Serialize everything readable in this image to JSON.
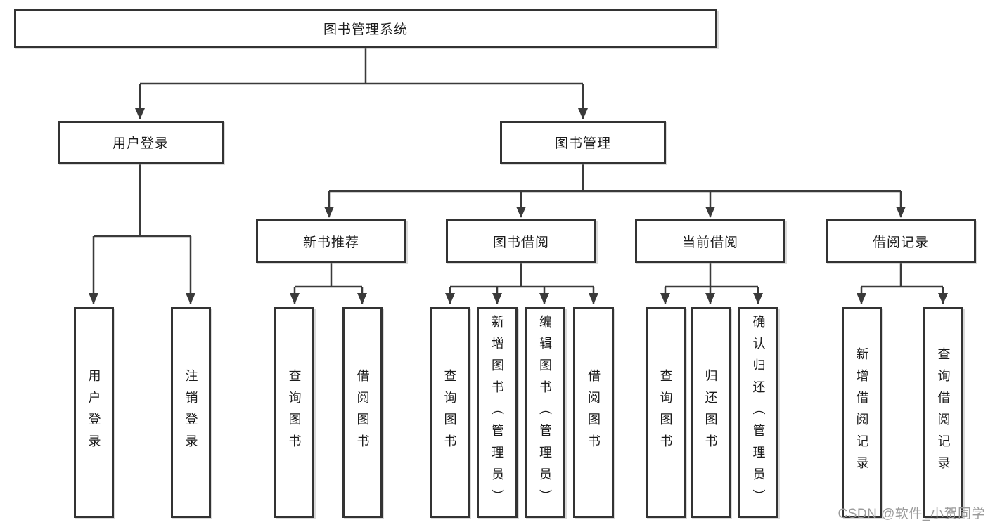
{
  "tree": {
    "root": {
      "label": "图书管理系统"
    },
    "branches": [
      {
        "label": "用户登录",
        "children": [
          {
            "label": "用户登录"
          },
          {
            "label": "注销登录"
          }
        ]
      },
      {
        "label": "图书管理",
        "children": [
          {
            "label": "新书推荐",
            "children": [
              {
                "label": "查询图书"
              },
              {
                "label": "借阅图书"
              }
            ]
          },
          {
            "label": "图书借阅",
            "children": [
              {
                "label": "查询图书"
              },
              {
                "label": "新增图书（管理员）"
              },
              {
                "label": "编辑图书（管理员）"
              },
              {
                "label": "借阅图书"
              }
            ]
          },
          {
            "label": "当前借阅",
            "children": [
              {
                "label": "查询图书"
              },
              {
                "label": "归还图书"
              },
              {
                "label": "确认归还（管理员）"
              }
            ]
          },
          {
            "label": "借阅记录",
            "children": [
              {
                "label": "新增借阅记录"
              },
              {
                "label": "查询借阅记录"
              }
            ]
          }
        ]
      }
    ]
  },
  "watermark": {
    "text": "CSDN @软件_小贺同学"
  },
  "colors": {
    "line": "#3a3a3a",
    "box_border": "#333333",
    "text": "#1c1c1c",
    "watermark": "#9b9b9b",
    "background": "#ffffff"
  }
}
